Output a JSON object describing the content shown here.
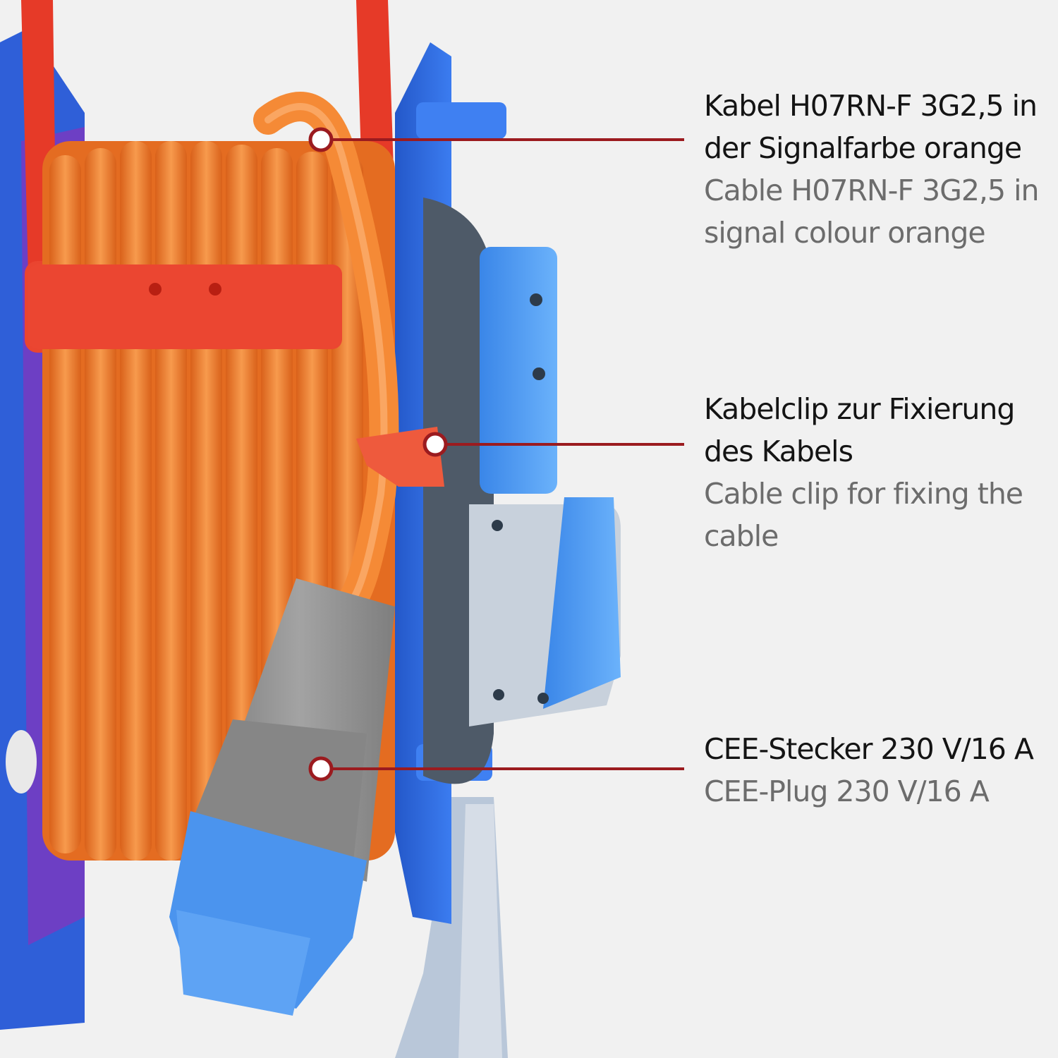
{
  "colors": {
    "background": "#f1f1f1",
    "accent_line": "#9b1b1f",
    "cable_orange": "#f27a2b",
    "frame_red": "#e8432e",
    "reel_blue": "#2f6fe0",
    "socket_blue": "#4a98f0",
    "plug_grey": "#8f8f8f",
    "text_dark": "#141414",
    "text_grey": "#6c6c6c"
  },
  "callouts": [
    {
      "title_de": "Kabel H07RN-F 3G2,5 in der Signalfarbe orange",
      "title_en": "Cable H07RN-F 3G2,5 in signal colour orange"
    },
    {
      "title_de": "Kabelclip zur Fixierung des Kabels",
      "title_en": "Cable clip for fixing the cable"
    },
    {
      "title_de": "CEE-Stecker 230 V/16 A",
      "title_en": "CEE-Plug 230 V/16 A"
    }
  ]
}
